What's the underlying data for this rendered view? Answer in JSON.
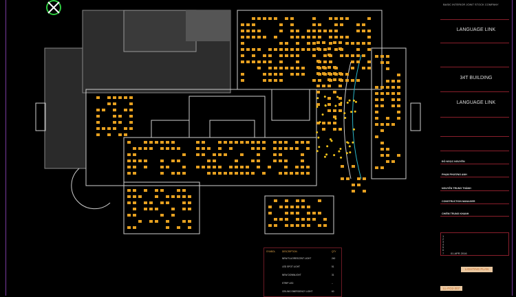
{
  "drawing": {
    "colors": {
      "background": "#000000",
      "walls": "#d0d0d0",
      "desks": "#e6a020",
      "frame": "#8a1f2c",
      "border": "#7a3aa0",
      "cyan": "#2bb6c9"
    },
    "compass_icon": "north-arrow-icon"
  },
  "title_block": {
    "company": "BASIC INTERIOR JOINT STOCK COMPANY",
    "client": "LANGUAGE LINK",
    "building": "34T BUILDING",
    "project": "LANGUAGE LINK",
    "people": [
      "ĐỖ NGỌC NGUYÊN",
      "PHẠM PHƯƠNG ANH",
      "NGUYỄN TRUNG THÀNH",
      "CONSTRUCTION MANAGER",
      "CHIÊM TRUNG KHANH"
    ],
    "revisions": [
      "1",
      "2",
      "3",
      "4",
      "5",
      "6",
      "7"
    ],
    "revision_date": "01 APR 2016",
    "drawing_title": "LIGHTING PLAN",
    "drawing_no": "LL-FO2-307"
  },
  "legend": {
    "headers": {
      "symbol": "SYMBOL",
      "description": "DESCRIPTION",
      "qty": "QTY"
    },
    "rows": [
      {
        "description": "NEW FLUORESCENT LIGHT",
        "qty": "240"
      },
      {
        "description": "LED SPOT LIGHT",
        "qty": "51"
      },
      {
        "description": "NEW DOWNLIGHT",
        "qty": "31"
      },
      {
        "description": "STRIP LED",
        "qty": "--"
      },
      {
        "description": "CEILING EMERGENCY LIGHT",
        "qty": "60"
      }
    ]
  }
}
